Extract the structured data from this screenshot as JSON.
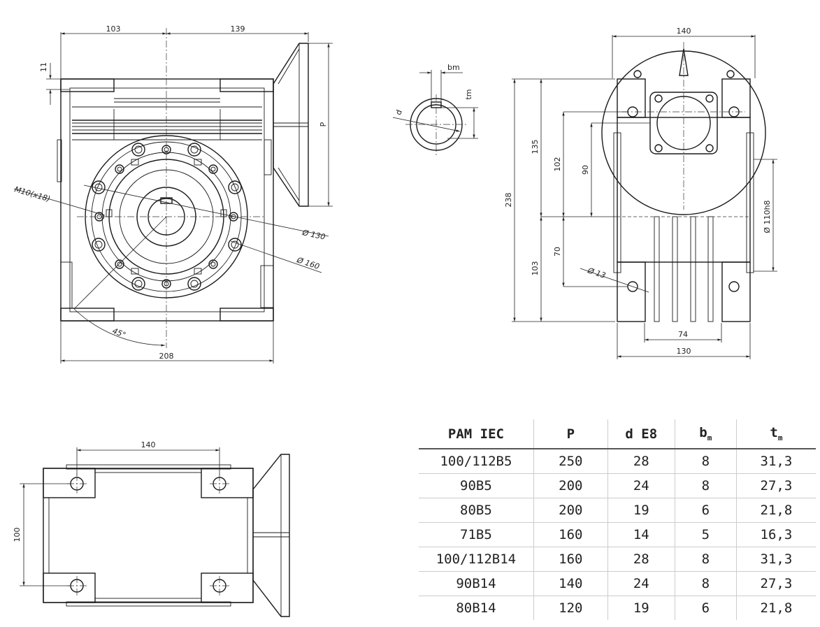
{
  "front_view": {
    "dim_left": "103",
    "dim_right": "139",
    "dim_top_offset": "11",
    "dim_p": "P",
    "dim_m10": "M10(x18)",
    "dim_d130": "Ø 130",
    "dim_d160": "Ø 160",
    "dim_angle": "45°",
    "dim_width": "208"
  },
  "key_detail": {
    "label_bm": "bm",
    "label_tm": "tm",
    "label_d": "d"
  },
  "side_view": {
    "dim_140": "140",
    "dim_135": "135",
    "dim_102": "102",
    "dim_90": "90",
    "dim_238": "238",
    "dim_70": "70",
    "dim_103": "103",
    "dim_d13": "Ø 13",
    "dim_d110h8": "Ø 110h8",
    "dim_74": "74",
    "dim_130": "130"
  },
  "bottom_view": {
    "dim_140": "140",
    "dim_100": "100"
  },
  "spec_table": {
    "headers": [
      "PAM IEC",
      "P",
      "d E8",
      "b",
      "t"
    ],
    "header_sub": "m",
    "rows": [
      [
        "100/112B5",
        "250",
        "28",
        "8",
        "31,3"
      ],
      [
        "90B5",
        "200",
        "24",
        "8",
        "27,3"
      ],
      [
        "80B5",
        "200",
        "19",
        "6",
        "21,8"
      ],
      [
        "71B5",
        "160",
        "14",
        "5",
        "16,3"
      ],
      [
        "100/112B14",
        "160",
        "28",
        "8",
        "31,3"
      ],
      [
        "90B14",
        "140",
        "24",
        "8",
        "27,3"
      ],
      [
        "80B14",
        "120",
        "19",
        "6",
        "21,8"
      ]
    ]
  }
}
